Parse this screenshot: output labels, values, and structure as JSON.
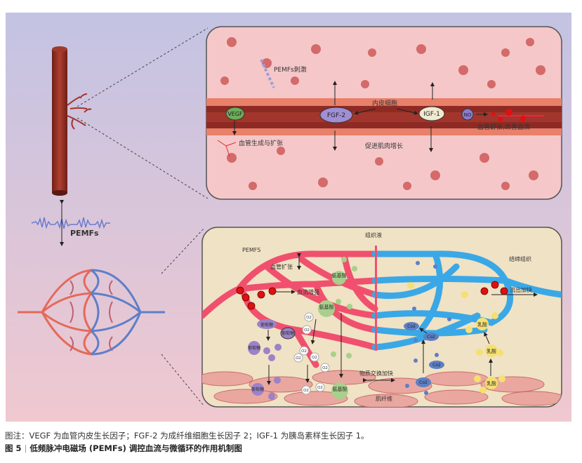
{
  "figure": {
    "top_panel": {
      "pemfs_stimulus": "PEMFs刺激",
      "endothelial_cells": "内皮细胞",
      "vegf": "VEGF",
      "fgf2": "FGF-2",
      "igf1": "IGF-1",
      "no": "NO",
      "angiogenesis": "血管生成与扩张",
      "muscle_growth": "促进肌肉增长",
      "vasodilation": "血管舒张,改善血流"
    },
    "left_panel": {
      "pemfs": "PEMFs"
    },
    "bottom_panel": {
      "tissue_fluid": "组织液",
      "pemfs": "PEMFS",
      "connective_tissue": "结缔组织",
      "vessel_dilation": "血管扩张",
      "blood_flow_increase": "血流增强",
      "outflow_faster": "流出加快",
      "amino_acid": "氨基酸",
      "glucose": "葡萄糖",
      "o2": "O2",
      "co2": "Co2",
      "lactic_acid": "乳酸",
      "exchange_faster": "物质交换加快",
      "muscle_fiber": "肌纤维"
    },
    "colors": {
      "artery": "#f0506e",
      "vein": "#3aa8e6",
      "vessel": "#8b2a22",
      "bg_top": "#c3c3e3",
      "bg_bottom": "#f0c6cf"
    }
  },
  "caption": {
    "note": "图注：VEGF 为血管内皮生长因子；FGF-2 为成纤维细胞生长因子 2；IGF-1 为胰岛素样生长因子 1。",
    "figure_number": "图 5",
    "title": "低频脉冲电磁场 (PEMFs) 调控血流与微循环的作用机制图"
  }
}
